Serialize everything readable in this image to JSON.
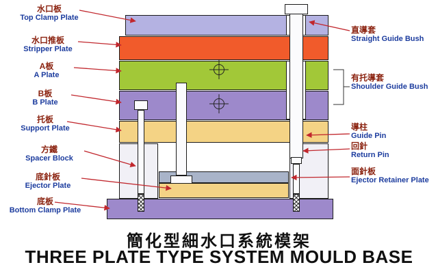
{
  "diagram": {
    "left_labels": [
      {
        "zh": "水口板",
        "en": "Top Clamp Plate"
      },
      {
        "zh": "水口推板",
        "en": "Stripper Plate"
      },
      {
        "zh": "A板",
        "en": "A Plate"
      },
      {
        "zh": "B板",
        "en": "B Plate"
      },
      {
        "zh": "托板",
        "en": "Support Plate"
      },
      {
        "zh": "方鐵",
        "en": "Spacer Block"
      },
      {
        "zh": "底針板",
        "en": "Ejector Plate"
      },
      {
        "zh": "底板",
        "en": "Bottom Clamp Plate"
      }
    ],
    "right_labels": [
      {
        "zh": "直導套",
        "en": "Straight Guide Bush"
      },
      {
        "zh": "有托導套",
        "en": "Shoulder Guide Bush"
      },
      {
        "zh": "導柱",
        "en": "Guide Pin"
      },
      {
        "zh": "回針",
        "en": "Return Pin"
      },
      {
        "zh": "面針板",
        "en": "Ejector Retainer Plate"
      }
    ],
    "title_zh": "簡化型細水口系統模架",
    "title_en": "THREE PLATE TYPE SYSTEM MOULD BASE",
    "colors": {
      "top_clamp": "#b4b2e2",
      "stripper": "#f15b2b",
      "a_plate": "#a2c838",
      "b_plate": "#9d89cb",
      "support": "#f4d385",
      "spacer": "#f1f0f6",
      "ejector_retainer": "#a9b4c9",
      "ejector": "#f4d385",
      "bottom_clamp": "#9d89cb",
      "connector": "#c1272d",
      "label_zh": "#8b2310",
      "label_en": "#1c3c9e",
      "title": "#101010"
    }
  }
}
